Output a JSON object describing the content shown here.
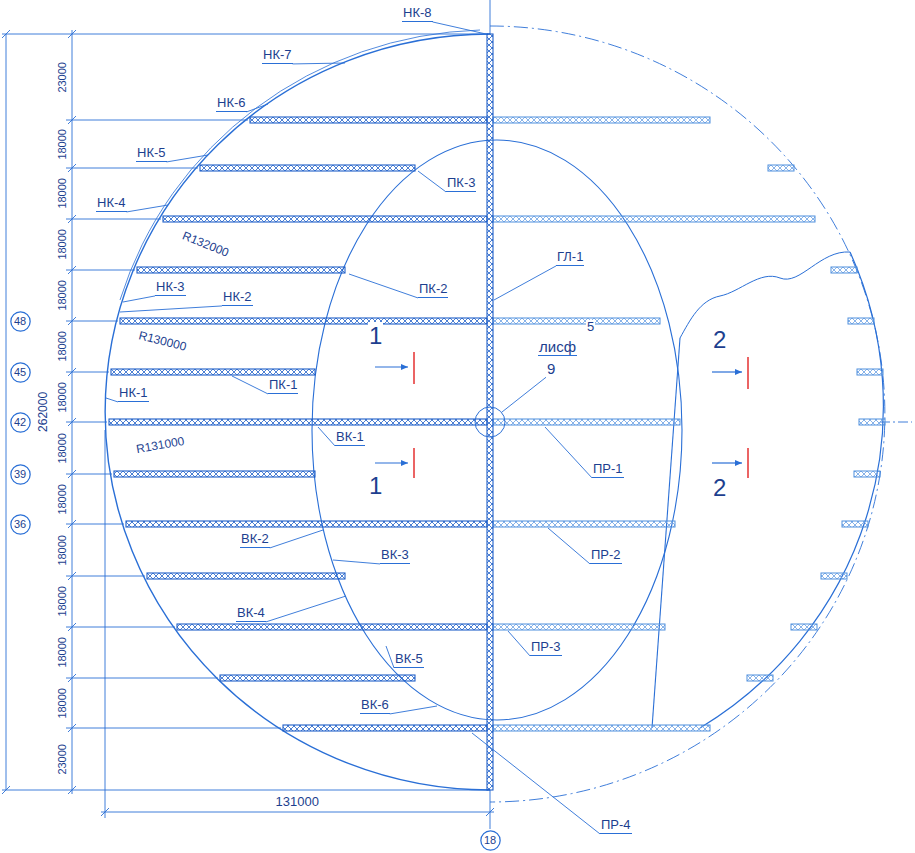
{
  "diagram": {
    "nodes": [
      {
        "text": [
          "48"
        ]
      },
      {
        "text": [
          "45"
        ]
      },
      {
        "text": [
          "42"
        ]
      },
      {
        "text": [
          "39"
        ]
      },
      {
        "text": [
          "36"
        ]
      },
      {
        "text": [
          "18"
        ]
      }
    ],
    "labels": [
      "НК-8",
      "НК-7",
      "НК-6",
      "НК-5",
      "НК-4",
      "R132000",
      "НК-3",
      "НК-2",
      "R130000",
      "НК-1",
      "R131000",
      "ПК-3",
      "ПК-2",
      "ПК-1",
      "ВК-1",
      "ВК-2",
      "ВК-3",
      "ВК-4",
      "ВК-5",
      "ВК-6",
      "ГЛ-1",
      "лисф",
      "5",
      "9",
      "ПР-1",
      "ПР-2",
      "ПР-3",
      "ПР-4",
      "1",
      "1",
      "2",
      "2",
      "262000",
      "131000",
      "23000",
      "18000",
      "18000",
      "18000",
      "18000",
      "18000",
      "18000",
      "18000",
      "18000",
      "18000",
      "18000",
      "18000",
      "18000",
      "23000"
    ]
  }
}
